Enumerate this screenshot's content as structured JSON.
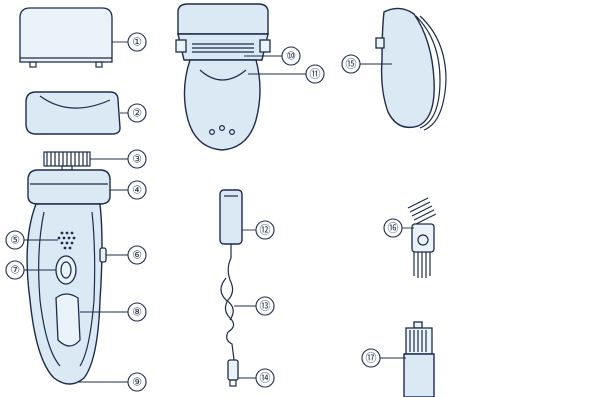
{
  "callouts": [
    {
      "id": "1",
      "label": "①"
    },
    {
      "id": "2",
      "label": "②"
    },
    {
      "id": "3",
      "label": "③"
    },
    {
      "id": "4",
      "label": "④"
    },
    {
      "id": "5",
      "label": "⑤"
    },
    {
      "id": "6",
      "label": "⑥"
    },
    {
      "id": "7",
      "label": "⑦"
    },
    {
      "id": "8",
      "label": "⑧"
    },
    {
      "id": "9",
      "label": "⑨"
    },
    {
      "id": "10",
      "label": "⑩"
    },
    {
      "id": "11",
      "label": "⑪"
    },
    {
      "id": "12",
      "label": "⑫"
    },
    {
      "id": "13",
      "label": "⑬"
    },
    {
      "id": "14",
      "label": "⑭"
    },
    {
      "id": "15",
      "label": "⑮"
    },
    {
      "id": "16",
      "label": "⑯"
    },
    {
      "id": "17",
      "label": "⑰"
    }
  ],
  "colors": {
    "line": "#1d2c4a",
    "fill": "#dbe9f4",
    "fill_light": "#eaf3fa"
  }
}
